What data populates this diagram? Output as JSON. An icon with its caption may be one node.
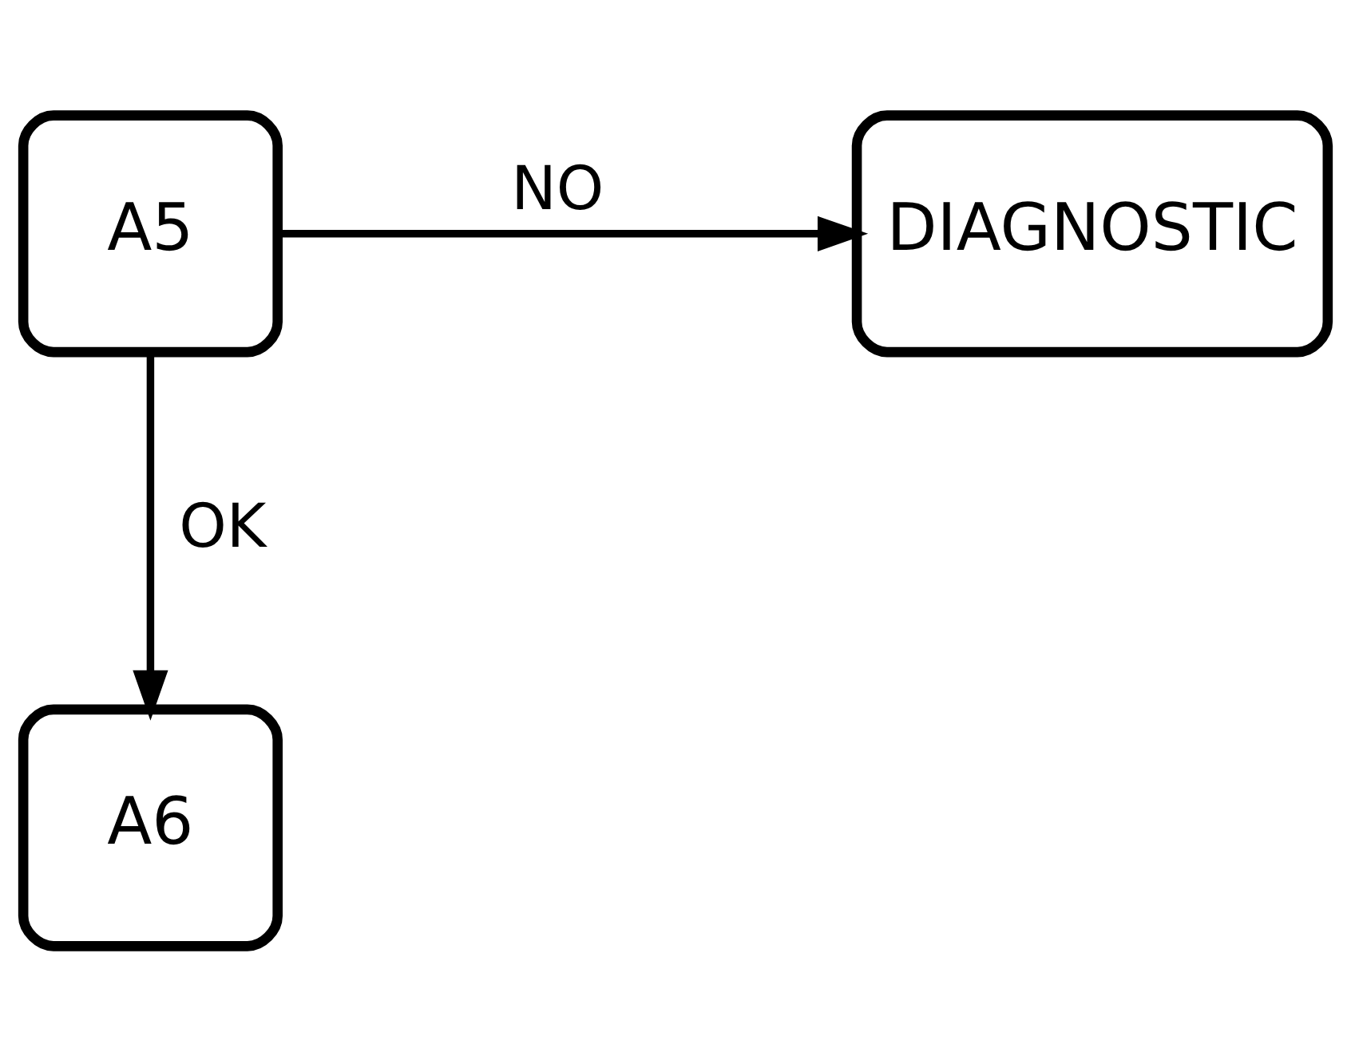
{
  "diagram": {
    "nodes": [
      {
        "text": [
          "A5"
        ]
      },
      {
        "text": [
          "DIAGNOSTIC"
        ]
      },
      {
        "text": [
          "A6"
        ]
      }
    ],
    "edges": [
      {
        "from": 0,
        "to": 1,
        "arrow": "to",
        "label": "NO"
      },
      {
        "from": 0,
        "to": 2,
        "arrow": "to",
        "label": "OK"
      }
    ]
  }
}
